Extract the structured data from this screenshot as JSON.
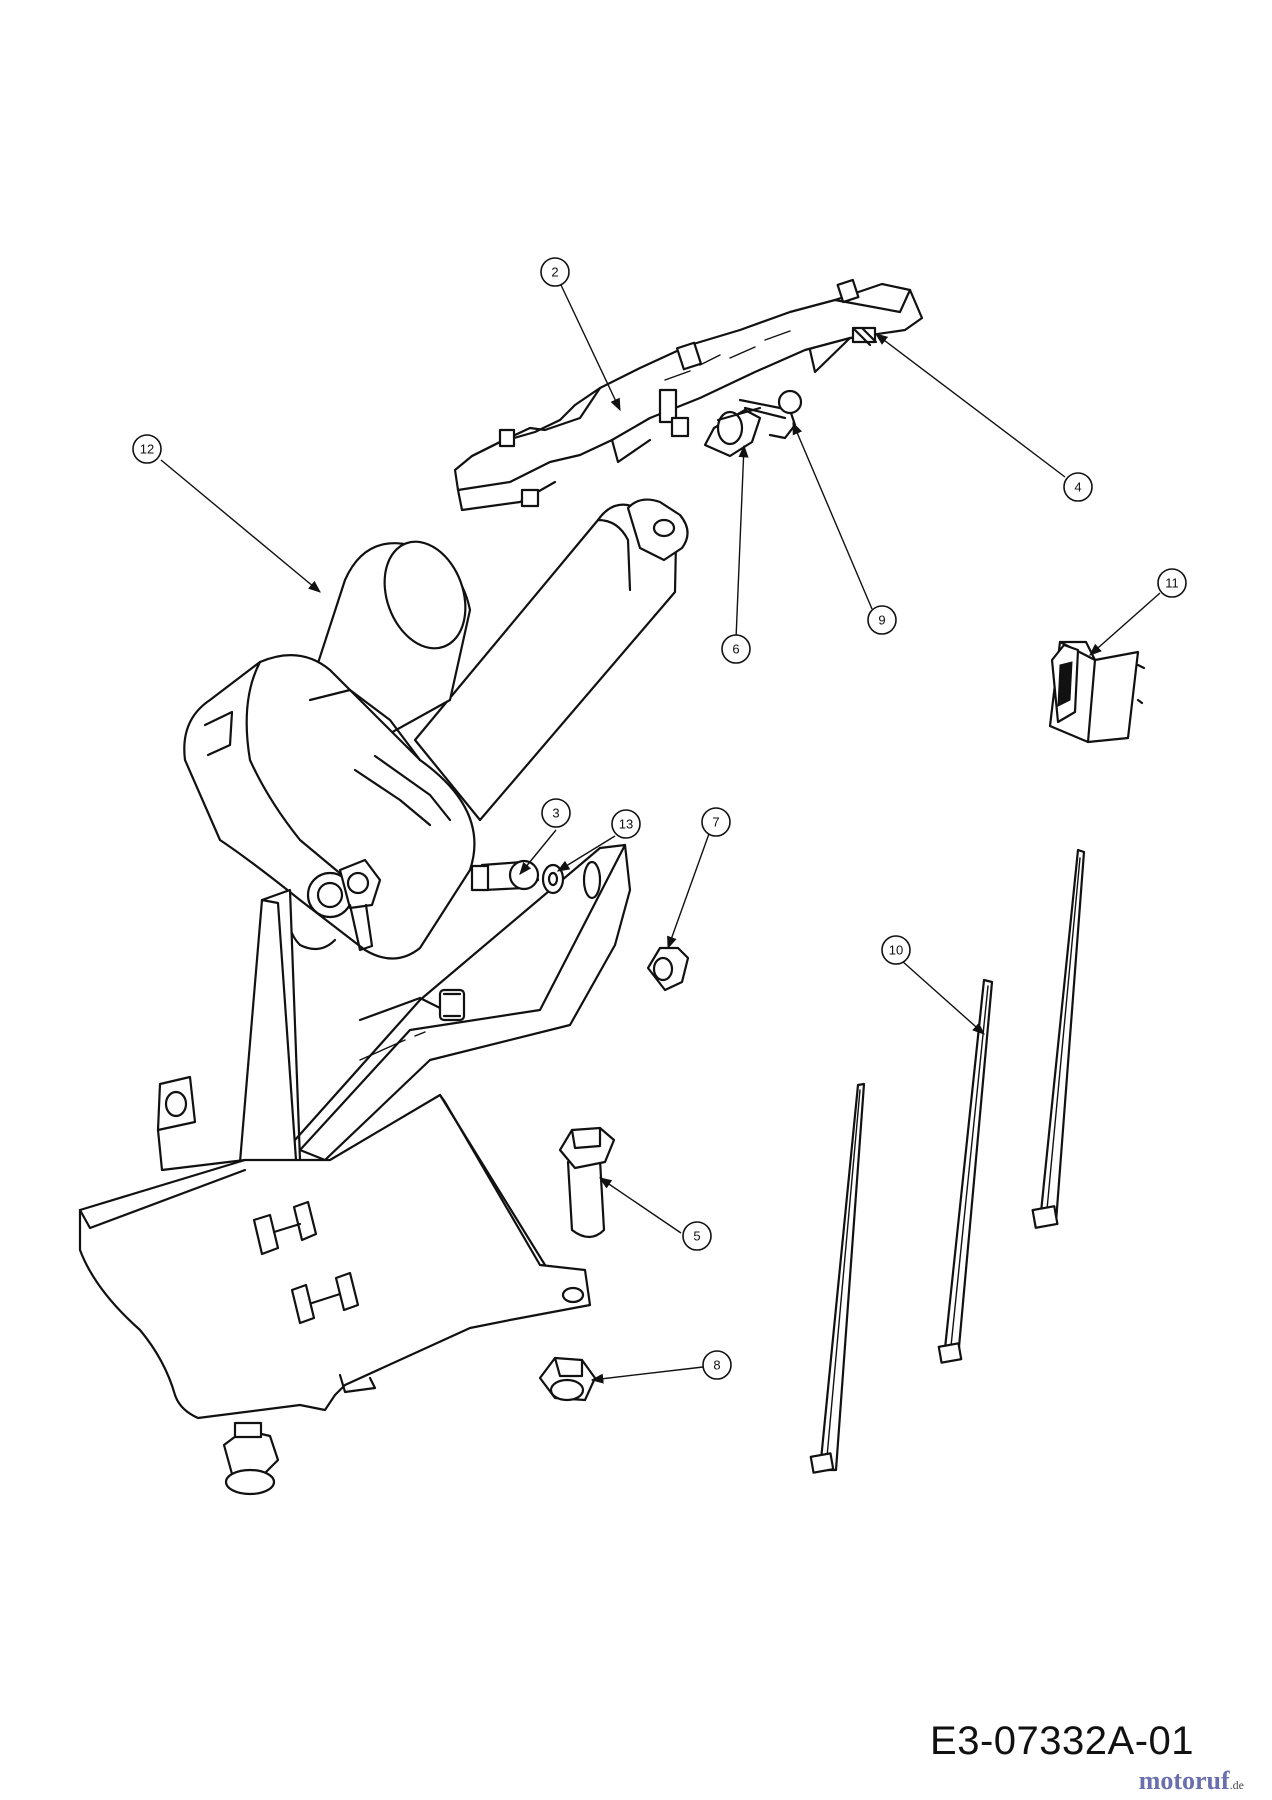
{
  "diagram": {
    "code": "E3-07332A-01",
    "callouts": [
      {
        "id": "2",
        "label": "2"
      },
      {
        "id": "3",
        "label": "3"
      },
      {
        "id": "4",
        "label": "4"
      },
      {
        "id": "5",
        "label": "5"
      },
      {
        "id": "6",
        "label": "6"
      },
      {
        "id": "7",
        "label": "7"
      },
      {
        "id": "8",
        "label": "8"
      },
      {
        "id": "9",
        "label": "9"
      },
      {
        "id": "10",
        "label": "10"
      },
      {
        "id": "11",
        "label": "11"
      },
      {
        "id": "12",
        "label": "12"
      },
      {
        "id": "13",
        "label": "13"
      }
    ]
  },
  "watermark": {
    "text": "motoruf",
    "suffix": ".de"
  }
}
